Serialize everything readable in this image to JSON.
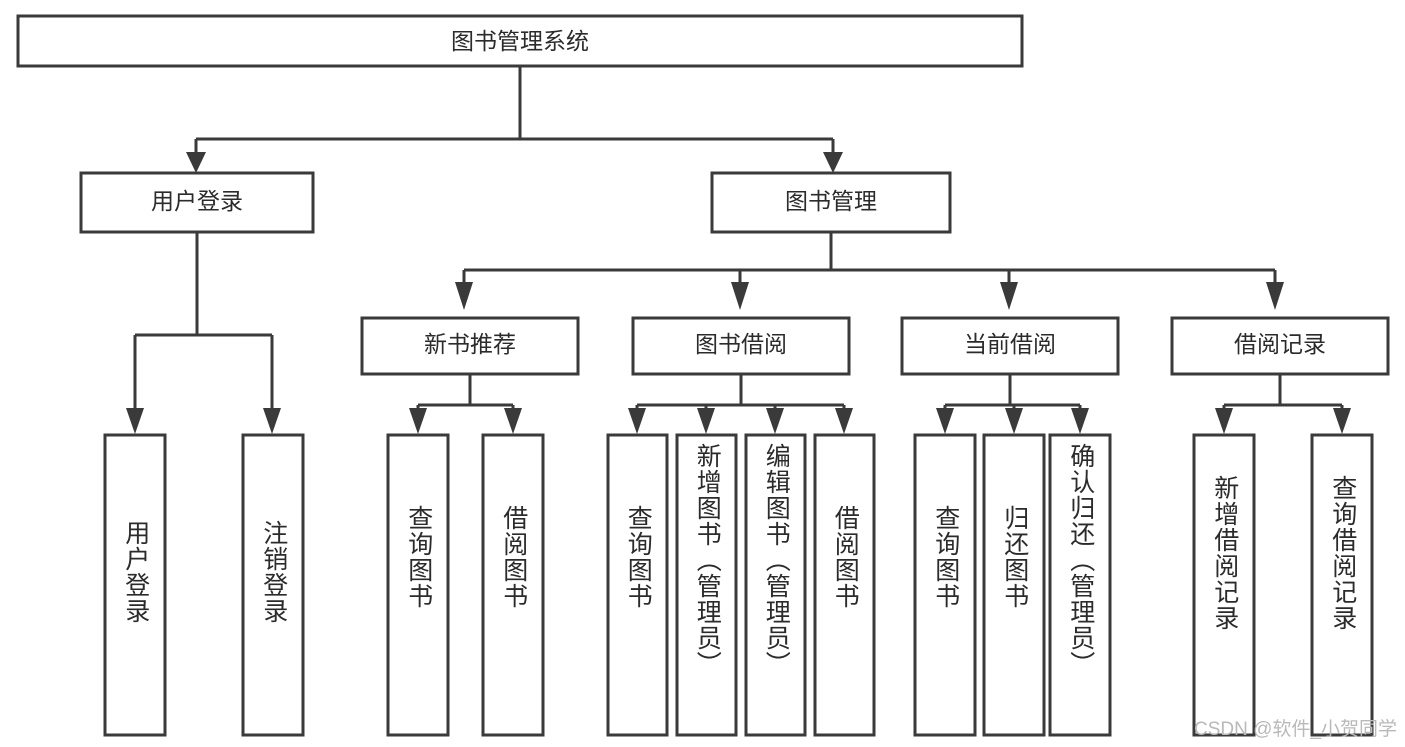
{
  "diagram": {
    "title_node": {
      "label": "图书管理系统"
    },
    "level2": [
      {
        "id": "user-login",
        "label": "用户登录"
      },
      {
        "id": "book-manage",
        "label": "图书管理"
      }
    ],
    "level3": [
      {
        "id": "new-book-recommend",
        "label": "新书推荐"
      },
      {
        "id": "book-borrow",
        "label": "图书借阅"
      },
      {
        "id": "current-borrow",
        "label": "当前借阅"
      },
      {
        "id": "borrow-record",
        "label": "借阅记录"
      }
    ],
    "leaves": [
      {
        "id": "leaf-user-login",
        "label": "用户登录",
        "parent": "user-login"
      },
      {
        "id": "leaf-logout-login",
        "label": "注销登录",
        "parent": "user-login"
      },
      {
        "id": "leaf-query-book-1",
        "label": "查询图书",
        "parent": "new-book-recommend"
      },
      {
        "id": "leaf-borrow-book-1",
        "label": "借阅图书",
        "parent": "new-book-recommend"
      },
      {
        "id": "leaf-query-book-2",
        "label": "查询图书",
        "parent": "book-borrow"
      },
      {
        "id": "leaf-add-book",
        "label": "新增图书（管理员）",
        "parent": "book-borrow"
      },
      {
        "id": "leaf-edit-book",
        "label": "编辑图书（管理员）",
        "parent": "book-borrow"
      },
      {
        "id": "leaf-borrow-book-2",
        "label": "借阅图书",
        "parent": "book-borrow"
      },
      {
        "id": "leaf-query-book-3",
        "label": "查询图书",
        "parent": "current-borrow"
      },
      {
        "id": "leaf-return-book",
        "label": "归还图书",
        "parent": "current-borrow"
      },
      {
        "id": "leaf-confirm-return",
        "label": "确认归还（管理员）",
        "parent": "current-borrow"
      },
      {
        "id": "leaf-add-record",
        "label": "新增借阅记录",
        "parent": "borrow-record"
      },
      {
        "id": "leaf-query-record",
        "label": "查询借阅记录",
        "parent": "borrow-record"
      }
    ],
    "colors": {
      "stroke": "#3a3a3a",
      "text": "#2b2b2b",
      "background": "#ffffff",
      "watermark": "#b9b9b9"
    }
  },
  "watermark": {
    "text": "CSDN @软件_小贺同学"
  }
}
